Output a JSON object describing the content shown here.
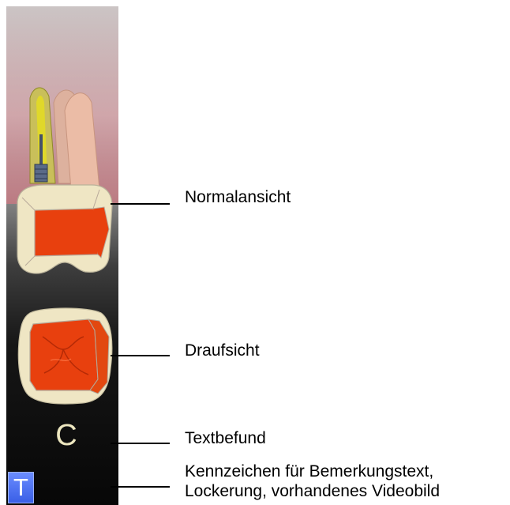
{
  "labels": {
    "normal": "Normalansicht",
    "top": "Draufsicht",
    "text_finding": "Textbefund",
    "marker_line1": "Kennzeichen für Bemerkungstext,",
    "marker_line2": "Lockerung, vorhandenes Videobild"
  },
  "tooth_panel": {
    "text_code": "C",
    "marker_badge": "T"
  },
  "colors": {
    "filling": "#e8400e",
    "crown": "#efe6c4",
    "root": "#e7b49b",
    "canal": "#d9cc2a",
    "badge": "#4a6ef0"
  }
}
